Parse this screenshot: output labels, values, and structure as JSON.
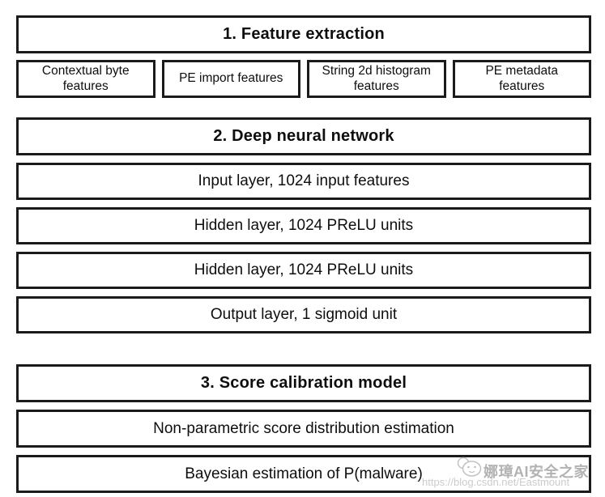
{
  "colors": {
    "background": "#ffffff",
    "box_border": "#1b1b1b",
    "box_text": "#0e0e0e",
    "watermark_name_color": "#b2b2b2",
    "watermark_url_color": "#c9cccf"
  },
  "pipeline": {
    "feature_extraction": {
      "header": "1. Feature extraction",
      "features": [
        "Contextual byte\nfeatures",
        "PE import features",
        "String 2d histogram\nfeatures",
        "PE metadata\nfeatures"
      ]
    },
    "deep_neural_network": {
      "header": "2. Deep neural network",
      "layers": [
        "Input layer, 1024 input features",
        "Hidden layer, 1024 PReLU units",
        "Hidden layer, 1024 PReLU units",
        "Output layer, 1 sigmoid unit"
      ]
    },
    "score_calibration": {
      "header": "3. Score calibration model",
      "steps": [
        "Non-parametric score distribution estimation",
        "Bayesian estimation of P(malware)"
      ]
    }
  },
  "watermark": {
    "name": "娜璋AI安全之家",
    "url": "https://blog.csdn.net/Eastmount",
    "icon": "avatar-icon"
  }
}
